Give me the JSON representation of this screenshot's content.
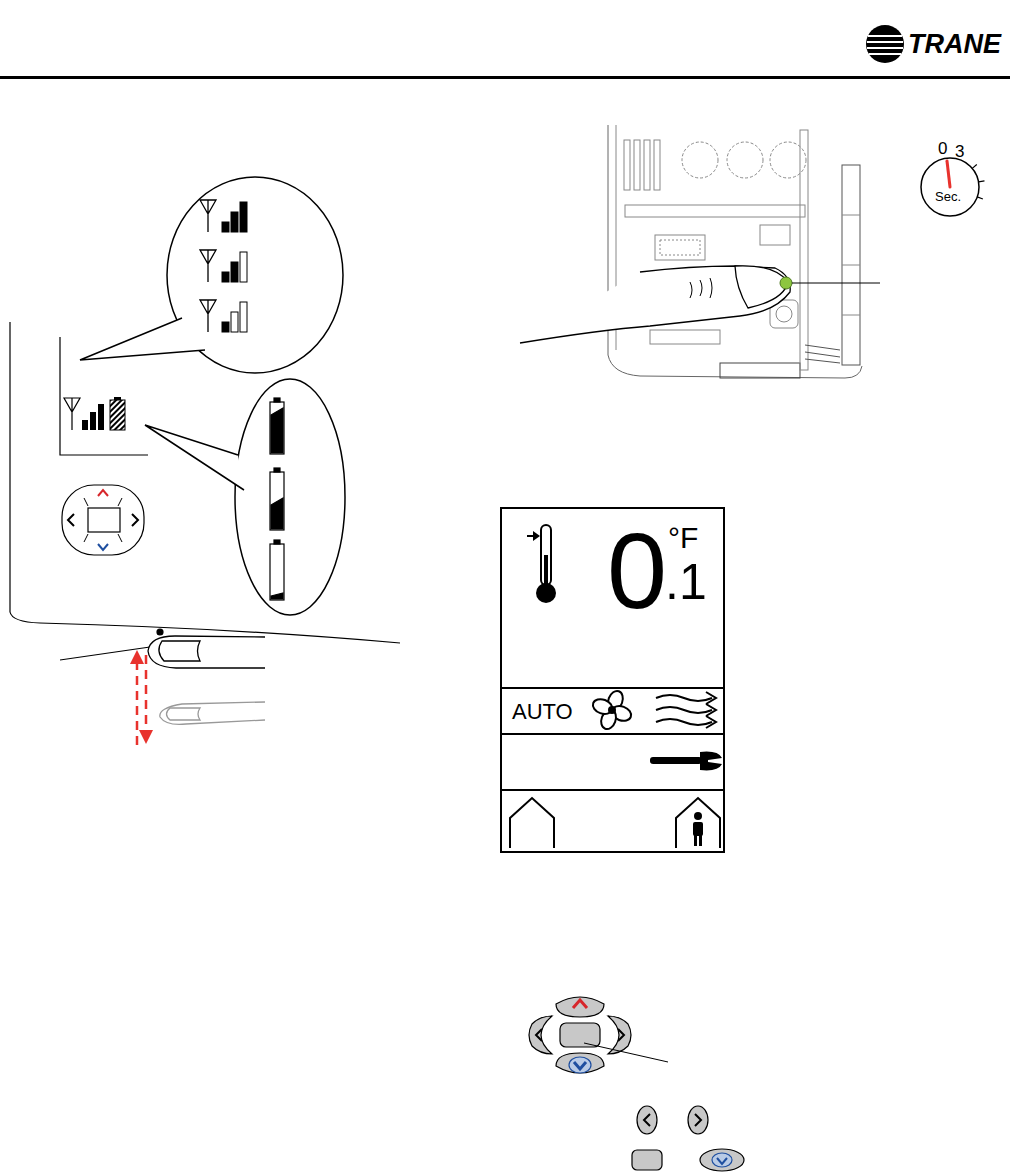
{
  "diagram": {
    "nodes": [
      {
        "text": [
          "0",
          "3",
          "Sec."
        ]
      },
      {
        "text": [
          "0",
          "°F",
          ".1"
        ]
      },
      {
        "text": [
          "AUTO"
        ],
        "in": 1
      }
    ],
    "labels": [
      "TRANE"
    ]
  }
}
